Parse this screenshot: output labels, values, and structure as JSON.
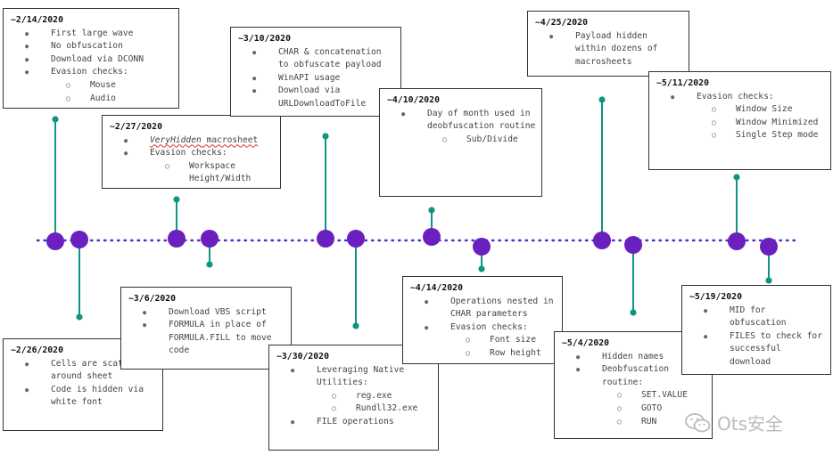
{
  "colors": {
    "teal": "#0e9582",
    "purple": "#6a1fbf",
    "dots": "#4b2fc9",
    "box_border": "#333333"
  },
  "boxes": [
    {
      "id": "b1",
      "date": "~2/14/2020",
      "items": [
        {
          "level": 1,
          "text": "First large wave"
        },
        {
          "level": 1,
          "text": "No obfuscation"
        },
        {
          "level": 1,
          "text": "Download via DCONN"
        },
        {
          "level": 1,
          "text": "Evasion checks:"
        },
        {
          "level": 2,
          "text": "Mouse"
        },
        {
          "level": 2,
          "text": "Audio"
        }
      ]
    },
    {
      "id": "b2",
      "date": "~2/27/2020",
      "items": [
        {
          "level": 1,
          "text": "VeryHidden macrosheet",
          "italic_part": "VeryHidden",
          "rest": " macrosheet"
        },
        {
          "level": 1,
          "text": "Evasion checks:"
        },
        {
          "level": 2,
          "text": "Workspace Height/Width"
        }
      ]
    },
    {
      "id": "b3",
      "date": "~3/10/2020",
      "items": [
        {
          "level": 1,
          "text": "CHAR & concatenation to obfuscate payload"
        },
        {
          "level": 1,
          "text": "WinAPI usage"
        },
        {
          "level": 1,
          "text": "Download via URLDownloadToFile"
        }
      ]
    },
    {
      "id": "b4",
      "date": "~4/10/2020",
      "items": [
        {
          "level": 1,
          "text": "Day of month used in deobfuscation routine"
        },
        {
          "level": 2,
          "text": "Sub/Divide"
        }
      ]
    },
    {
      "id": "b5",
      "date": "~4/25/2020",
      "items": [
        {
          "level": 1,
          "text": "Payload hidden within dozens of macrosheets"
        }
      ]
    },
    {
      "id": "b6",
      "date": "~5/11/2020",
      "items": [
        {
          "level": 1,
          "text": "Evasion checks:"
        },
        {
          "level": 2,
          "text": "Window Size"
        },
        {
          "level": 2,
          "text": "Window Minimized"
        },
        {
          "level": 2,
          "text": "Single Step mode"
        }
      ]
    },
    {
      "id": "b7",
      "date": "~2/26/2020",
      "items": [
        {
          "level": 1,
          "text": "Cells are scattered around sheet"
        },
        {
          "level": 1,
          "text": "Code is hidden via white font"
        }
      ]
    },
    {
      "id": "b8",
      "date": "~3/6/2020",
      "items": [
        {
          "level": 1,
          "text": "Download VBS script"
        },
        {
          "level": 1,
          "text": "FORMULA in place of FORMULA.FILL to move code"
        }
      ]
    },
    {
      "id": "b9",
      "date": "~3/30/2020",
      "items": [
        {
          "level": 1,
          "text": "Leveraging Native Utilities:"
        },
        {
          "level": 2,
          "text": "reg.exe"
        },
        {
          "level": 2,
          "text": "Rundll32.exe"
        },
        {
          "level": 1,
          "text": "FILE operations"
        }
      ]
    },
    {
      "id": "b10",
      "date": "~4/14/2020",
      "items": [
        {
          "level": 1,
          "text": "Operations nested in CHAR parameters"
        },
        {
          "level": 1,
          "text": "Evasion checks:"
        },
        {
          "level": 2,
          "text": "Font size"
        },
        {
          "level": 2,
          "text": "Row height"
        }
      ]
    },
    {
      "id": "b11",
      "date": "~5/4/2020",
      "items": [
        {
          "level": 1,
          "text": "Hidden names"
        },
        {
          "level": 1,
          "text": "Deobfuscation routine:"
        },
        {
          "level": 2,
          "text": "SET.VALUE"
        },
        {
          "level": 2,
          "text": "GOTO"
        },
        {
          "level": 2,
          "text": "RUN"
        }
      ]
    },
    {
      "id": "b12",
      "date": "~5/19/2020",
      "items": [
        {
          "level": 1,
          "text": "MID for obfuscation"
        },
        {
          "level": 1,
          "text": "FILES to check for successful download"
        }
      ]
    }
  ],
  "watermark": {
    "text": "Ots安全",
    "icon": "wechat-icon"
  }
}
